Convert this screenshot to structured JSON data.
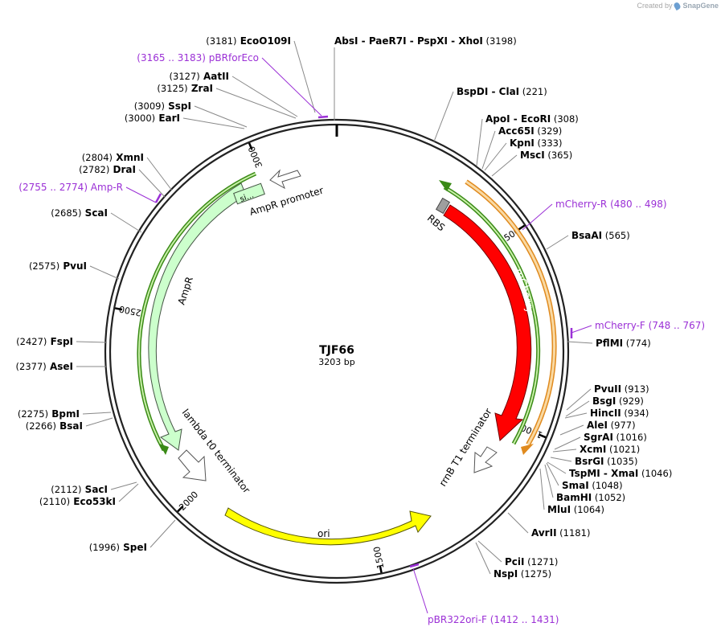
{
  "plasmid": {
    "name": "TJF66",
    "length_label": "3203 bp",
    "length": 3203
  },
  "credit": {
    "prefix": "Created by",
    "brand": "SnapGene"
  },
  "ticks": [
    {
      "pos": 500,
      "label": "500"
    },
    {
      "pos": 1000,
      "label": "1000"
    },
    {
      "pos": 1500,
      "label": "1500"
    },
    {
      "pos": 2000,
      "label": "2000"
    },
    {
      "pos": 2500,
      "label": "2500"
    },
    {
      "pos": 3000,
      "label": "3000"
    }
  ],
  "labels": [
    {
      "id": "ecoo109i",
      "parts": [
        {
          "t": "(3181)",
          "c": "pos"
        },
        {
          "t": " EcoO109I",
          "c": "name"
        }
      ],
      "anchor": "end"
    },
    {
      "id": "absi",
      "parts": [
        {
          "t": "AbsI",
          "c": "name"
        },
        {
          "t": "  -  ",
          "c": "name"
        },
        {
          "t": "PaeR7I",
          "c": "name"
        },
        {
          "t": "  -  ",
          "c": "name"
        },
        {
          "t": "PspXI",
          "c": "name"
        },
        {
          "t": "  -  ",
          "c": "name"
        },
        {
          "t": "XhoI",
          "c": "name"
        },
        {
          "t": "   (3198)",
          "c": "pos"
        }
      ],
      "anchor": "start"
    },
    {
      "id": "pbrforeco",
      "parts": [
        {
          "t": "(3165 .. 3183)  pBRforEco",
          "c": "primer"
        }
      ],
      "anchor": "end"
    },
    {
      "id": "aatii",
      "parts": [
        {
          "t": "(3127)",
          "c": "pos"
        },
        {
          "t": "  AatII",
          "c": "name"
        }
      ],
      "anchor": "end"
    },
    {
      "id": "zrai",
      "parts": [
        {
          "t": "(3125)",
          "c": "pos"
        },
        {
          "t": "  ZraI",
          "c": "name"
        }
      ],
      "anchor": "end"
    },
    {
      "id": "sspi",
      "parts": [
        {
          "t": "(3009)",
          "c": "pos"
        },
        {
          "t": "  SspI",
          "c": "name"
        }
      ],
      "anchor": "end"
    },
    {
      "id": "eari",
      "parts": [
        {
          "t": "(3000)",
          "c": "pos"
        },
        {
          "t": "  EarI",
          "c": "name"
        }
      ],
      "anchor": "end"
    },
    {
      "id": "xmni",
      "parts": [
        {
          "t": "(2804)",
          "c": "pos"
        },
        {
          "t": "  XmnI",
          "c": "name"
        }
      ],
      "anchor": "end"
    },
    {
      "id": "drai",
      "parts": [
        {
          "t": "(2782)",
          "c": "pos"
        },
        {
          "t": "  DraI",
          "c": "name"
        }
      ],
      "anchor": "end"
    },
    {
      "id": "ampr-primer",
      "parts": [
        {
          "t": "(2755 .. 2774)  Amp-R",
          "c": "primer"
        }
      ],
      "anchor": "end"
    },
    {
      "id": "scai",
      "parts": [
        {
          "t": "(2685)",
          "c": "pos"
        },
        {
          "t": "  ScaI",
          "c": "name"
        }
      ],
      "anchor": "end"
    },
    {
      "id": "pvui",
      "parts": [
        {
          "t": "(2575)",
          "c": "pos"
        },
        {
          "t": "  PvuI",
          "c": "name"
        }
      ],
      "anchor": "end"
    },
    {
      "id": "fspi",
      "parts": [
        {
          "t": "(2427)",
          "c": "pos"
        },
        {
          "t": "  FspI",
          "c": "name"
        }
      ],
      "anchor": "end"
    },
    {
      "id": "asei",
      "parts": [
        {
          "t": "(2377)",
          "c": "pos"
        },
        {
          "t": "  AseI",
          "c": "name"
        }
      ],
      "anchor": "end"
    },
    {
      "id": "bpmi",
      "parts": [
        {
          "t": "(2275)",
          "c": "pos"
        },
        {
          "t": "  BpmI",
          "c": "name"
        }
      ],
      "anchor": "end"
    },
    {
      "id": "bsai",
      "parts": [
        {
          "t": "(2266)",
          "c": "pos"
        },
        {
          "t": "  BsaI",
          "c": "name"
        }
      ],
      "anchor": "end"
    },
    {
      "id": "saci",
      "parts": [
        {
          "t": "(2112)",
          "c": "pos"
        },
        {
          "t": "  SacI",
          "c": "name"
        }
      ],
      "anchor": "end"
    },
    {
      "id": "eco53ki",
      "parts": [
        {
          "t": "(2110)",
          "c": "pos"
        },
        {
          "t": "  Eco53kI",
          "c": "name"
        }
      ],
      "anchor": "end"
    },
    {
      "id": "spei",
      "parts": [
        {
          "t": "(1996)",
          "c": "pos"
        },
        {
          "t": "  SpeI",
          "c": "name"
        }
      ],
      "anchor": "end"
    },
    {
      "id": "pbr322ori",
      "parts": [
        {
          "t": "pBR322ori-F    (1412 .. 1431)",
          "c": "primer"
        }
      ],
      "anchor": "start"
    },
    {
      "id": "pcii",
      "parts": [
        {
          "t": "PciI",
          "c": "name"
        },
        {
          "t": "   (1271)",
          "c": "pos"
        }
      ],
      "anchor": "start"
    },
    {
      "id": "nspi",
      "parts": [
        {
          "t": "NspI",
          "c": "name"
        },
        {
          "t": "   (1275)",
          "c": "pos"
        }
      ],
      "anchor": "start"
    },
    {
      "id": "avrii",
      "parts": [
        {
          "t": "AvrII",
          "c": "name"
        },
        {
          "t": "   (1181)",
          "c": "pos"
        }
      ],
      "anchor": "start"
    },
    {
      "id": "mlui",
      "parts": [
        {
          "t": "MluI",
          "c": "name"
        },
        {
          "t": "   (1064)",
          "c": "pos"
        }
      ],
      "anchor": "start"
    },
    {
      "id": "bamhi",
      "parts": [
        {
          "t": "BamHI",
          "c": "name"
        },
        {
          "t": "   (1052)",
          "c": "pos"
        }
      ],
      "anchor": "start"
    },
    {
      "id": "smai",
      "parts": [
        {
          "t": "SmaI",
          "c": "name"
        },
        {
          "t": "   (1048)",
          "c": "pos"
        }
      ],
      "anchor": "start"
    },
    {
      "id": "tspmi",
      "parts": [
        {
          "t": "TspMI",
          "c": "name"
        },
        {
          "t": "  -  ",
          "c": "name"
        },
        {
          "t": "XmaI",
          "c": "name"
        },
        {
          "t": "   (1046)",
          "c": "pos"
        }
      ],
      "anchor": "start"
    },
    {
      "id": "bsrgi",
      "parts": [
        {
          "t": "BsrGI",
          "c": "name"
        },
        {
          "t": "   (1035)",
          "c": "pos"
        }
      ],
      "anchor": "start"
    },
    {
      "id": "xcmi",
      "parts": [
        {
          "t": "XcmI",
          "c": "name"
        },
        {
          "t": "   (1021)",
          "c": "pos"
        }
      ],
      "anchor": "start"
    },
    {
      "id": "sgrai",
      "parts": [
        {
          "t": "SgrAI",
          "c": "name"
        },
        {
          "t": "   (1016)",
          "c": "pos"
        }
      ],
      "anchor": "start"
    },
    {
      "id": "alei",
      "parts": [
        {
          "t": "AleI",
          "c": "name"
        },
        {
          "t": "   (977)",
          "c": "pos"
        }
      ],
      "anchor": "start"
    },
    {
      "id": "hincii",
      "parts": [
        {
          "t": "HincII",
          "c": "name"
        },
        {
          "t": "   (934)",
          "c": "pos"
        }
      ],
      "anchor": "start"
    },
    {
      "id": "bsgi",
      "parts": [
        {
          "t": "BsgI",
          "c": "name"
        },
        {
          "t": "   (929)",
          "c": "pos"
        }
      ],
      "anchor": "start"
    },
    {
      "id": "pvuii",
      "parts": [
        {
          "t": "PvuII",
          "c": "name"
        },
        {
          "t": "   (913)",
          "c": "pos"
        }
      ],
      "anchor": "start"
    },
    {
      "id": "pflmi",
      "parts": [
        {
          "t": "PflMI",
          "c": "name"
        },
        {
          "t": "   (774)",
          "c": "pos"
        }
      ],
      "anchor": "start"
    },
    {
      "id": "mcherryf",
      "parts": [
        {
          "t": "mCherry-F    (748 .. 767)",
          "c": "primer"
        }
      ],
      "anchor": "start"
    },
    {
      "id": "bsaai",
      "parts": [
        {
          "t": "BsaAI",
          "c": "name"
        },
        {
          "t": "   (565)",
          "c": "pos"
        }
      ],
      "anchor": "start"
    },
    {
      "id": "mcherryr",
      "parts": [
        {
          "t": "mCherry-R    (480 .. 498)",
          "c": "primer"
        }
      ],
      "anchor": "start"
    },
    {
      "id": "msci",
      "parts": [
        {
          "t": "MscI",
          "c": "name"
        },
        {
          "t": "   (365)",
          "c": "pos"
        }
      ],
      "anchor": "start"
    },
    {
      "id": "kpni",
      "parts": [
        {
          "t": "KpnI",
          "c": "name"
        },
        {
          "t": "   (333)",
          "c": "pos"
        }
      ],
      "anchor": "start"
    },
    {
      "id": "acc65i",
      "parts": [
        {
          "t": "Acc65I",
          "c": "name"
        },
        {
          "t": "   (329)",
          "c": "pos"
        }
      ],
      "anchor": "start"
    },
    {
      "id": "apoi",
      "parts": [
        {
          "t": "ApoI",
          "c": "name"
        },
        {
          "t": "  -  ",
          "c": "name"
        },
        {
          "t": "EcoRI",
          "c": "name"
        },
        {
          "t": "   (308)",
          "c": "pos"
        }
      ],
      "anchor": "start"
    },
    {
      "id": "bspdi",
      "parts": [
        {
          "t": "BspDI",
          "c": "name"
        },
        {
          "t": "  -  ",
          "c": "name"
        },
        {
          "t": "ClaI",
          "c": "name"
        },
        {
          "t": "   (221)",
          "c": "pos"
        }
      ],
      "anchor": "start"
    }
  ],
  "features": {
    "mcherry": "mCherry",
    "rbs": "RBS",
    "ampr": "AmpR",
    "ampr_promoter": "AmpR promoter",
    "ori": "ori",
    "lambda_t0": "lambda t0 terminator",
    "rrnb_t1": "rrnB T1 terminator",
    "signal": "si..."
  },
  "colors": {
    "ring": "#222222",
    "primer": "#9b30d6",
    "mcherry": "#ff0000",
    "ampr": "#ccffcc",
    "ori": "#ffff00",
    "green_strand": "#3a8a16",
    "orange_strand": "#e08a1e"
  }
}
